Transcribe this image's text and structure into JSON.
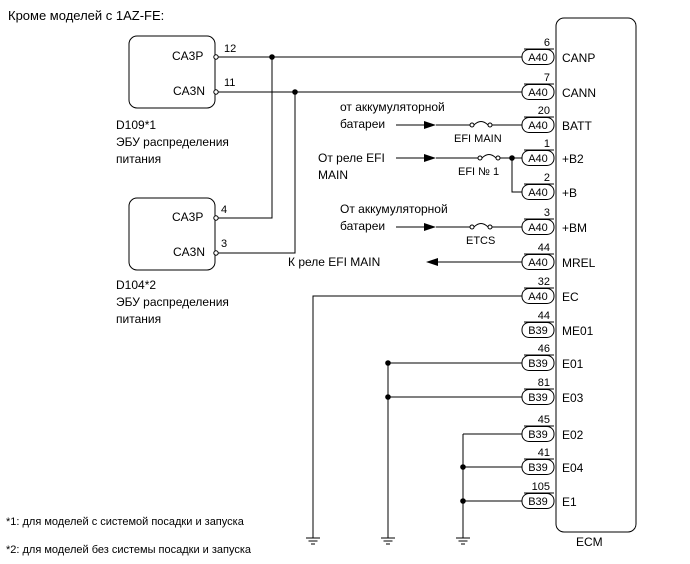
{
  "title": "Кроме моделей с 1AZ-FE:",
  "ecm": {
    "label": "ECM",
    "pins": [
      {
        "num": "6",
        "conn": "A40",
        "name": "CANP"
      },
      {
        "num": "7",
        "conn": "A40",
        "name": "CANN"
      },
      {
        "num": "20",
        "conn": "A40",
        "name": "BATT"
      },
      {
        "num": "1",
        "conn": "A40",
        "name": "+B2"
      },
      {
        "num": "2",
        "conn": "A40",
        "name": "+B"
      },
      {
        "num": "3",
        "conn": "A40",
        "name": "+BM"
      },
      {
        "num": "44",
        "conn": "A40",
        "name": "MREL"
      },
      {
        "num": "32",
        "conn": "A40",
        "name": "EC"
      },
      {
        "num": "44",
        "conn": "B39",
        "name": "ME01"
      },
      {
        "num": "46",
        "conn": "B39",
        "name": "E01"
      },
      {
        "num": "81",
        "conn": "B39",
        "name": "E03"
      },
      {
        "num": "45",
        "conn": "B39",
        "name": "E02"
      },
      {
        "num": "41",
        "conn": "B39",
        "name": "E04"
      },
      {
        "num": "105",
        "conn": "B39",
        "name": "E1"
      }
    ]
  },
  "d109": {
    "pins": [
      {
        "name": "CA3P",
        "num": "12"
      },
      {
        "name": "CA3N",
        "num": "11"
      }
    ],
    "label": "D109*1",
    "desc_line1": "ЭБУ распределения",
    "desc_line2": "питания"
  },
  "d104": {
    "pins": [
      {
        "name": "CA3P",
        "num": "4"
      },
      {
        "name": "CA3N",
        "num": "3"
      }
    ],
    "label": "D104*2",
    "desc_line1": "ЭБУ распределения",
    "desc_line2": "питания"
  },
  "sources": {
    "batt_line1": "от аккумуляторной",
    "batt_line2": "батареи",
    "efi_relay_line1": "От реле EFI",
    "efi_relay_line2": "MAIN",
    "bm_line1": "От аккумуляторной",
    "bm_line2": "батареи",
    "mrel_to": "К реле EFI MAIN"
  },
  "fuses": {
    "efi_main": "EFI MAIN",
    "efi_no1": "EFI № 1",
    "etcs": "ETCS"
  },
  "notes": {
    "note1": "*1: для моделей с системой посадки и запуска",
    "note2": "*2: для моделей без системы посадки и запуска"
  }
}
